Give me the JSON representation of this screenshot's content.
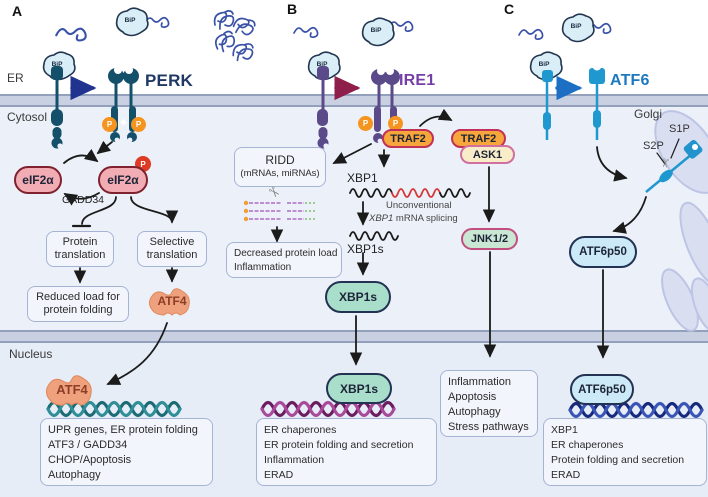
{
  "panels": {
    "a": "A",
    "b": "B",
    "c": "C"
  },
  "compartments": {
    "er": "ER",
    "cytosol": "Cytosol",
    "nucleus": "Nucleus",
    "golgi": "Golgi"
  },
  "sensors": {
    "perk": "PERK",
    "ire1": "IRE1",
    "atf6": "ATF6"
  },
  "chaperone": {
    "bip": "BiP"
  },
  "phosphate": "P",
  "icons": {
    "scissors": "✂"
  },
  "perk_branch": {
    "eif2a": "eIF2α",
    "eif2a_p": "eIF2α",
    "gadd34": "GADD34",
    "protein_translation": "Protein translation",
    "selective_translation": "Selective translation",
    "reduced_load": "Reduced load for protein folding",
    "atf4": "ATF4",
    "atf4_nuclear": "ATF4",
    "target_genes": [
      "UPR genes, ER protein folding",
      "ATF3 / GADD34",
      "CHOP/Apoptosis",
      "Autophagy"
    ]
  },
  "ire1_branch": {
    "ridd": "RIDD",
    "ridd_targets": "(mRNAs, miRNAs)",
    "ridd_outcomes": [
      "Decreased protein load",
      "Inflammation"
    ],
    "xbp1": "XBP1",
    "splicing_label_line1": "Unconventional",
    "splicing_gene_italic": "XBP1",
    "splicing_label_line2": " mRNA splicing",
    "xbp1s": "XBP1s",
    "xbp1s_protein": "XBP1s",
    "xbp1s_nuclear": "XBP1s",
    "traf2_membrane": "TRAF2",
    "traf2": "TRAF2",
    "ask1": "ASK1",
    "jnk": "JNK1/2",
    "jnk_outcomes": [
      "Inflammation",
      "Apoptosis",
      "Autophagy",
      "Stress pathways"
    ],
    "target_genes": [
      "ER chaperones",
      "ER protein folding and secretion",
      "Inflammation",
      "ERAD"
    ]
  },
  "atf6_branch": {
    "s1p": "S1P",
    "s2p": "S2P",
    "atf6p50": "ATF6p50",
    "atf6p50_nuclear": "ATF6p50",
    "target_genes": [
      "XBP1",
      "ER chaperones",
      "Protein folding and secretion",
      "ERAD"
    ]
  },
  "colors": {
    "perk_receptor": "#15506B",
    "perk_label": "#1F3864",
    "ire1_receptor": "#5B4A8A",
    "ire1_label": "#7440A8",
    "atf6_receptor": "#1F97CF",
    "atf6_label": "#1C79C0",
    "phospho_orange": "#F5941F",
    "phospho_red": "#DD3B23",
    "eif2a_fill": "#F1ADB3",
    "atf4_fill": "#EFA17E",
    "traf2_fill": "#F6A63A",
    "ask1_fill": "#F8EDC8",
    "jnk_fill": "#C9E7D2",
    "xbp1s_fill": "#A9DECB",
    "atf6p50_fill": "#CBE9F6",
    "membrane": "#C8D0E2",
    "cytosol_bg": "#ECF1F9",
    "nucleus_bg": "#E6EDF7",
    "golgi_fill": "#DADEF1",
    "dna_perk": "#1C6B74",
    "dna_ire1": "#6B1C5E",
    "dna_atf6": "#16297C"
  }
}
